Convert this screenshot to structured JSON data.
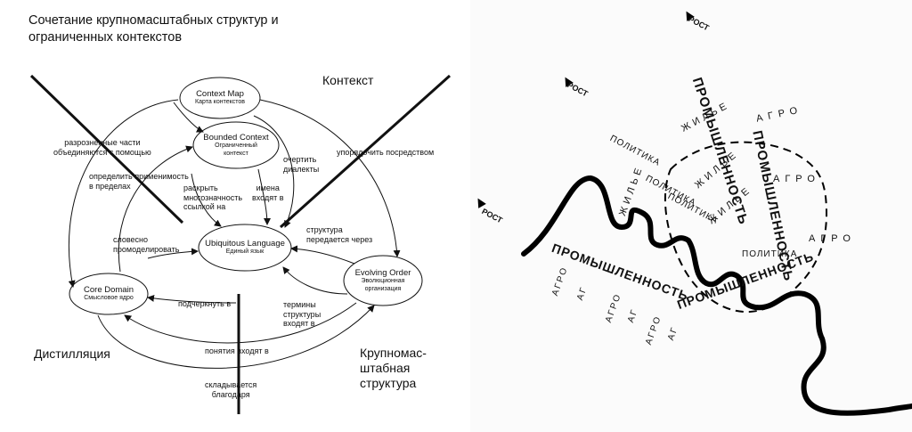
{
  "left": {
    "title_line1": "Сочетание крупномасштабных структур и",
    "title_line2": "ограниченных контекстов",
    "regions": {
      "context": "Контекст",
      "distillation": "Дистилляция",
      "large_scale_1": "Крупномас-",
      "large_scale_2": "штабная",
      "large_scale_3": "структура"
    },
    "nodes": {
      "context_map": {
        "en": "Context Map",
        "ru": "Карта контекстов"
      },
      "bounded_context": {
        "en": "Bounded Context",
        "ru1": "Ограниченный",
        "ru2": "контекст"
      },
      "ubiquitous_language": {
        "en": "Ubiquitous Language",
        "ru": "Единый язык"
      },
      "core_domain": {
        "en": "Core Domain",
        "ru": "Смысловое ядро"
      },
      "evolving_order": {
        "en": "Evolving Order",
        "ru1": "Эволюционная",
        "ru2": "организация"
      }
    },
    "edges": {
      "parts_1": "разрозненные части",
      "parts_2": "объединяются с помощью",
      "applicability_1": "определить применимость",
      "applicability_2": "в пределах",
      "ambiguity_1": "раскрыть",
      "ambiguity_2": "многозначность",
      "ambiguity_3": "ссылкой на",
      "names_1": "имена",
      "names_2": "входят в",
      "dialects_1": "очертить",
      "dialects_2": "диалекты",
      "order_via": "упорядочить посредством",
      "verbal_1": "словесно",
      "verbal_2": "промоделировать",
      "structure_1": "структура",
      "structure_2": "передается через",
      "emphasize": "подчеркнуть в",
      "terms_1": "термины",
      "terms_2": "структуры",
      "terms_3": "входят в",
      "concepts": "понятия входят в",
      "formed_1": "складывается",
      "formed_2": "благодаря"
    }
  },
  "right": {
    "rost": "РОСТ",
    "industry": "ПРОМЫШЛЕННОСТЬ",
    "agro": "АГРО",
    "ag": "АГ",
    "housing": "ЖИЛЬЕ",
    "politics": "ПОЛИТИКА"
  },
  "colors": {
    "ink": "#111111",
    "paper": "#ffffff"
  }
}
